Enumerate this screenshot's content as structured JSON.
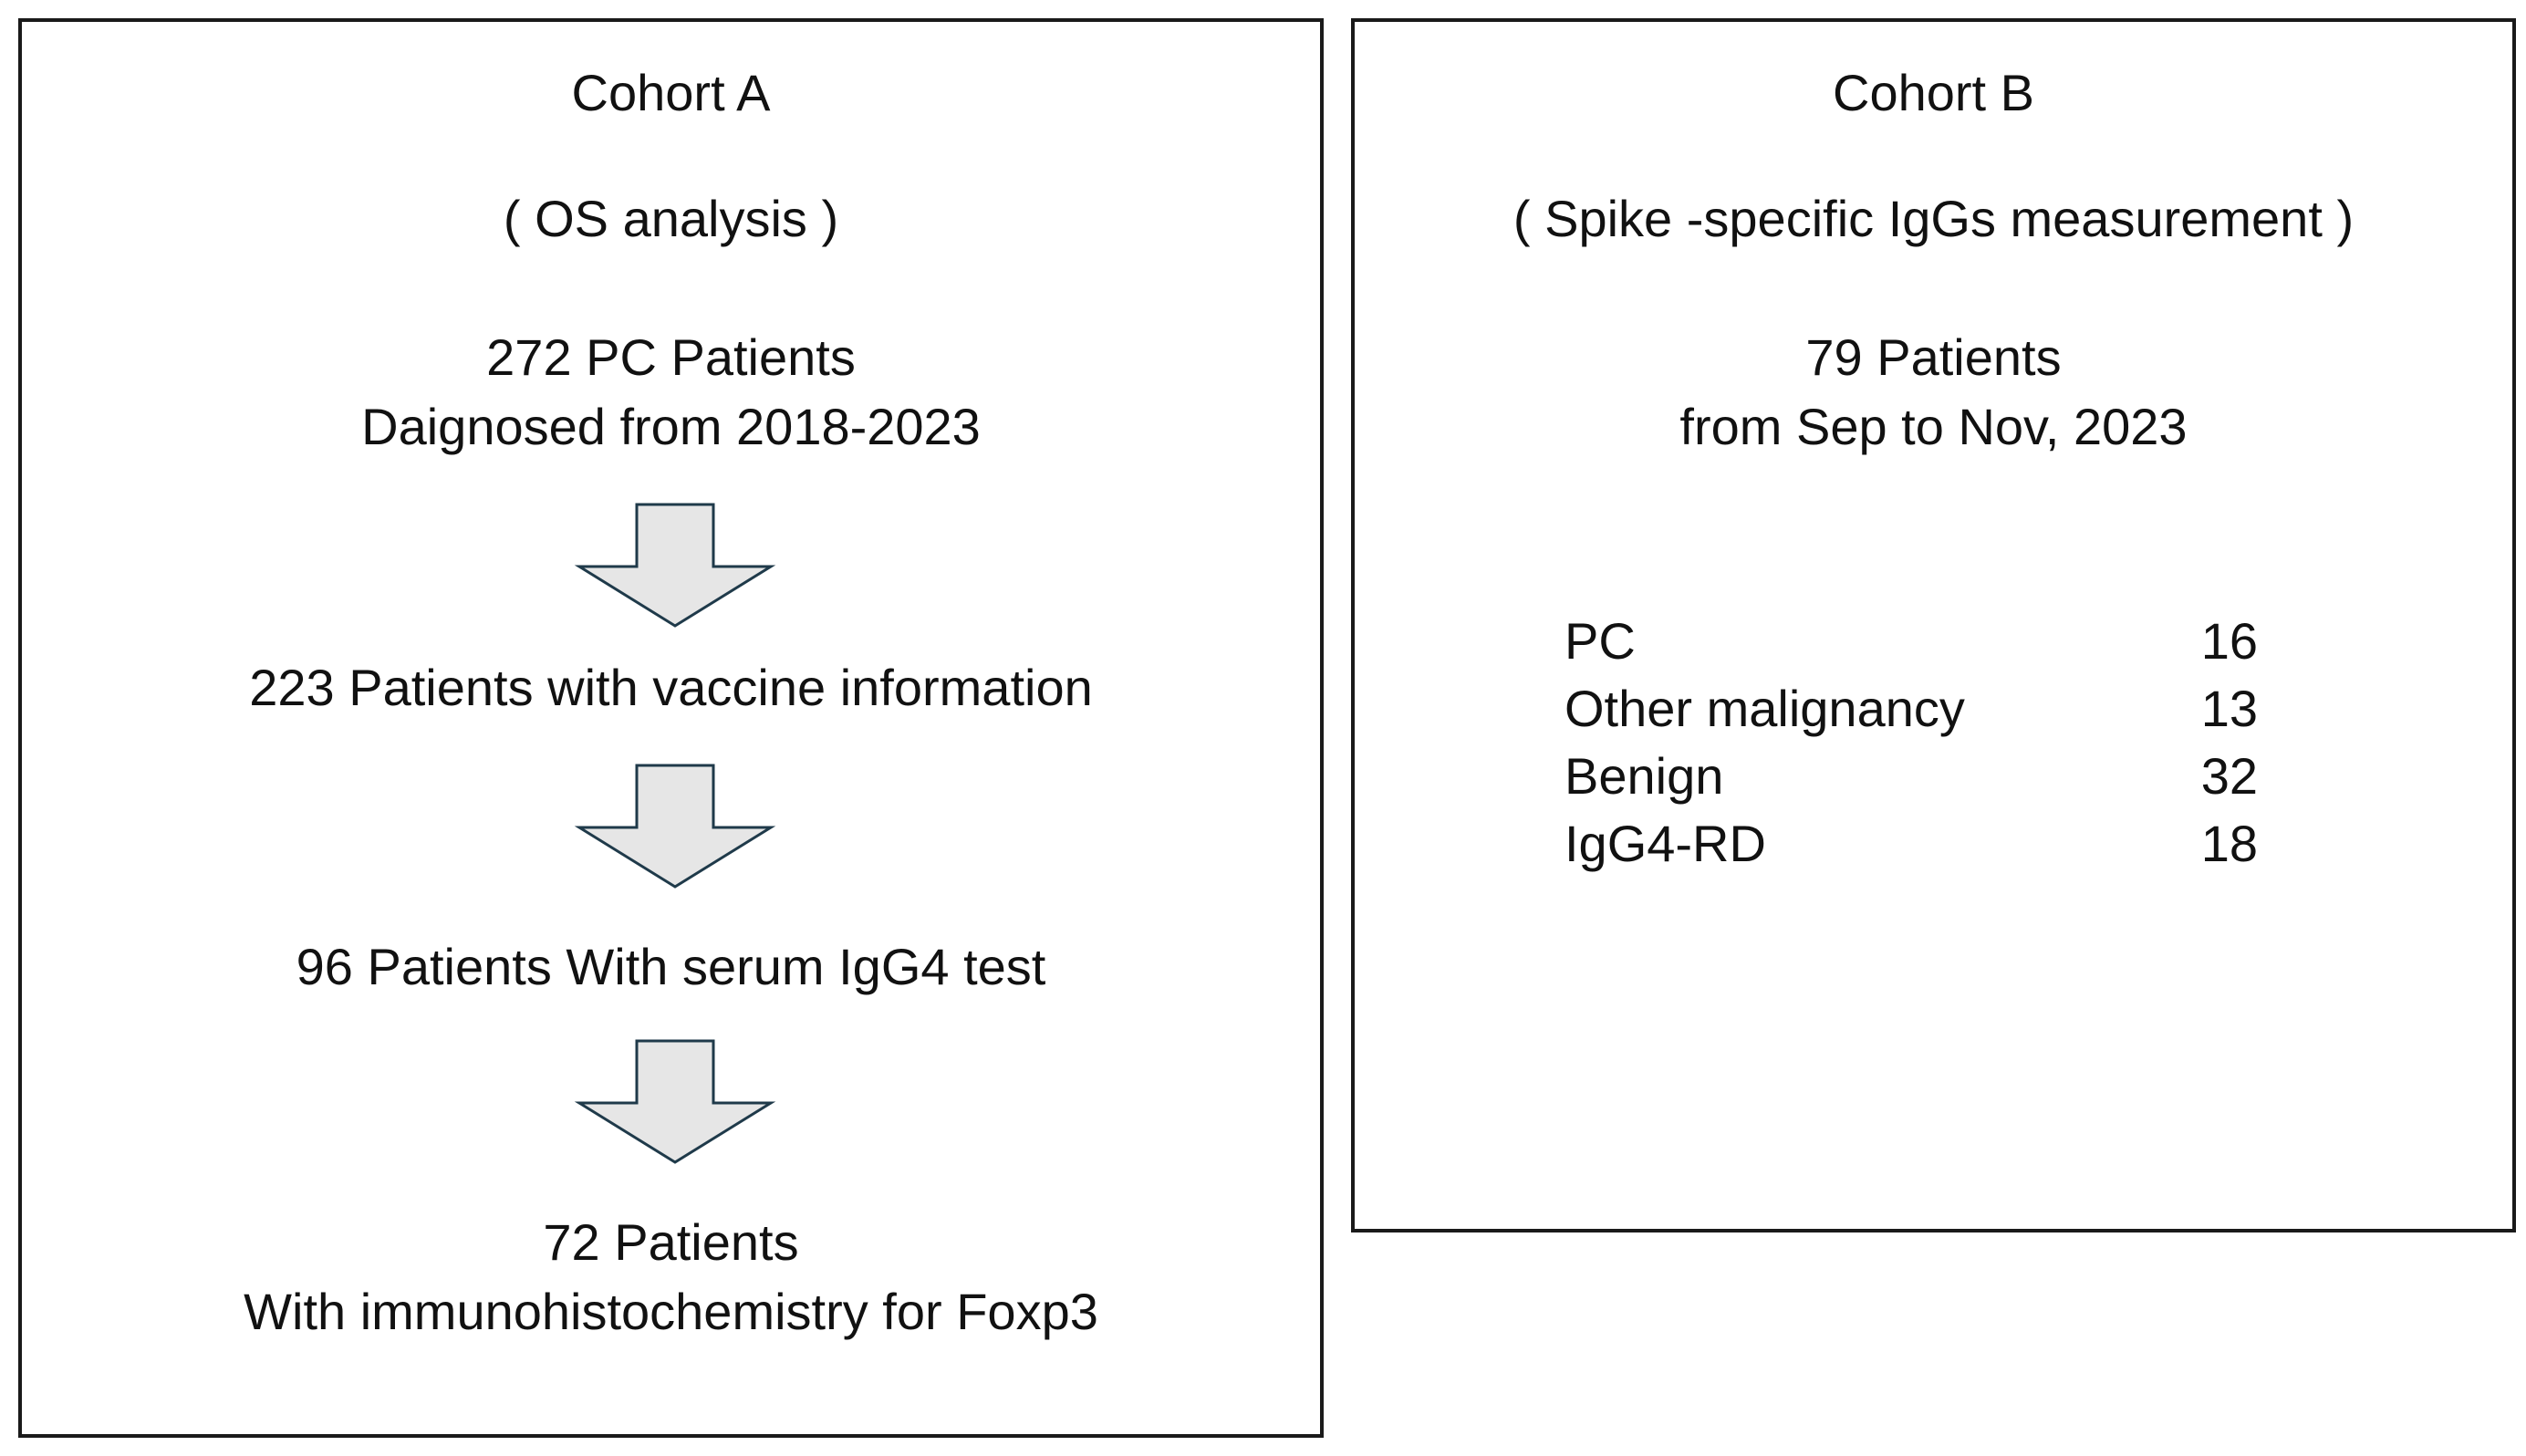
{
  "cohort_a": {
    "title": "Cohort A",
    "subtitle": "( OS analysis )",
    "steps": [
      {
        "line1": "272 PC Patients",
        "line2": "Daignosed from 2018-2023"
      },
      {
        "line1": "223 Patients with vaccine information"
      },
      {
        "line1": "96 Patients With serum IgG4 test"
      },
      {
        "line1": "72 Patients",
        "line2": "With immunohistochemistry for Foxp3"
      }
    ],
    "arrow_icon": "down-arrow-icon",
    "arrow_fill": "#e6e6e6",
    "arrow_stroke": "#1f3a4a"
  },
  "cohort_b": {
    "title": "Cohort B",
    "subtitle": "( Spike -specific IgGs  measurement )",
    "summary_line1": "79 Patients",
    "summary_line2": "from Sep to Nov, 2023",
    "categories": [
      {
        "label": "PC",
        "count": "16"
      },
      {
        "label": "Other malignancy",
        "count": "13"
      },
      {
        "label": "Benign",
        "count": "32"
      },
      {
        "label": "IgG4-RD",
        "count": "18"
      }
    ]
  }
}
